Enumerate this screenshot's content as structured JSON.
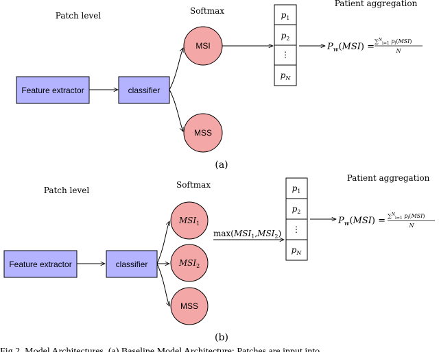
{
  "diagram_a": {
    "patch_level": "Patch level",
    "softmax": "Softmax",
    "patient_aggregation": "Patient aggregation",
    "feature_extractor": "Feature extractor",
    "classifier": "classifier",
    "msi": "MSI",
    "mss": "MSS",
    "list": [
      "p1",
      "p2",
      "⋮",
      "pN"
    ],
    "formula_lhs": "P_w(MSI) =",
    "formula_num": "Σ_{i=1}^N p_i(MSI)",
    "formula_den": "N",
    "label": "(a)"
  },
  "diagram_b": {
    "patch_level": "Patch level",
    "softmax": "Softmax",
    "patient_aggregation": "Patient aggregation",
    "feature_extractor": "Feature extractor",
    "classifier": "classifier",
    "msi1": "MSI1",
    "msi2": "MSI2",
    "mss": "MSS",
    "max_label": "max(MSI1,MSI2)",
    "list": [
      "p1",
      "p2",
      "⋮",
      "pN"
    ],
    "formula_lhs": "P_w(MSI) =",
    "formula_num": "Σ_{i=1}^N p_i(MSI)",
    "formula_den": "N",
    "label": "(b)"
  },
  "caption": "Fig 2. Model Architectures. (a) Baseline Model Architecture: Patches are input into",
  "colors": {
    "box_fill": "#b3b3ff",
    "node_fill": "#f4a7a7",
    "stroke": "#000000"
  }
}
